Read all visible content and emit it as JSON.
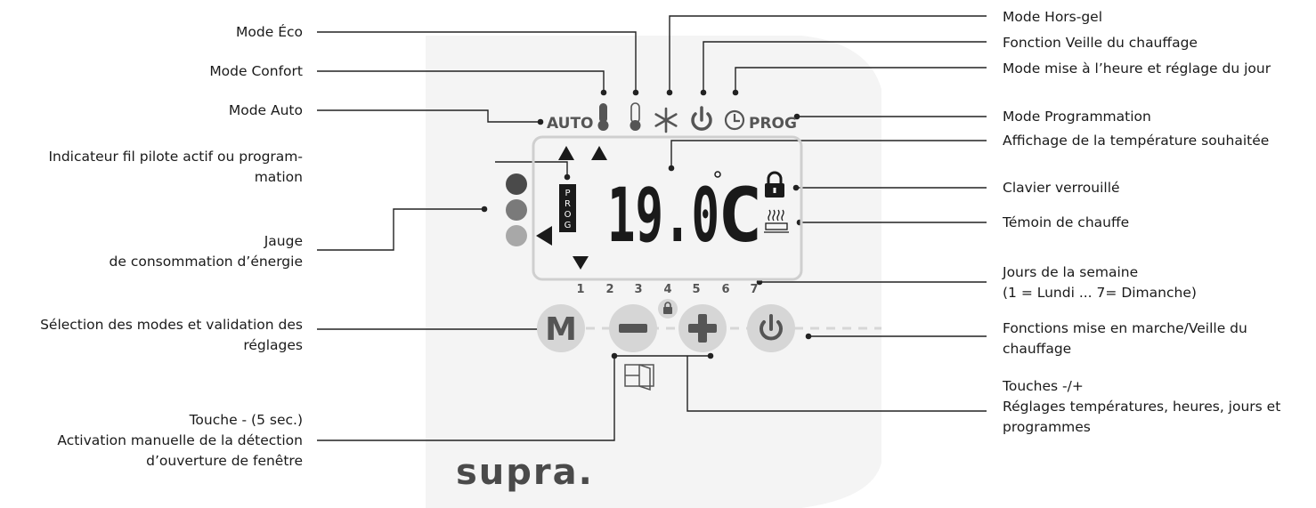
{
  "left_labels": {
    "eco": "Mode Éco",
    "confort": "Mode Confort",
    "auto": "Mode Auto",
    "pilot_1": "Indicateur fil pilote actif ou program-",
    "pilot_2": "mation",
    "gauge_1": "Jauge",
    "gauge_2": "de consommation d’énergie",
    "select_1": "Sélection des modes et validation des",
    "select_2": "réglages",
    "window_1": "Touche - (5 sec.)",
    "window_2": "Activation manuelle de la détection",
    "window_3": "d’ouverture de fenêtre"
  },
  "right_labels": {
    "horsgel": "Mode Hors-gel",
    "veille": "Fonction Veille du chauffage",
    "heure": "Mode mise à l’heure et réglage du jour",
    "prog": "Mode Programmation",
    "temp": "Affichage de la température souhaitée",
    "lock": "Clavier verrouillé",
    "chauffe": "Témoin de chauffe",
    "jours_1": "Jours de la semaine",
    "jours_2": "(1 = Lundi ... 7= Dimanche)",
    "marche_1": "Fonctions mise en marche/Veille du",
    "marche_2": "chauffage",
    "touches_1": "Touches -/+",
    "touches_2": "Réglages températures, heures, jours et",
    "touches_3": "programmes"
  },
  "device": {
    "auto_text": "AUTO",
    "prog_text": "PROG",
    "prog_vertical": [
      "P",
      "R",
      "O",
      "G"
    ],
    "temperature": "19.0",
    "unit": "C",
    "days": [
      "1",
      "2",
      "3",
      "4",
      "5",
      "6",
      "7"
    ],
    "button_m": "M",
    "logo": "supra."
  },
  "colors": {
    "panel": "#f4f4f4",
    "button": "#d6d6d6",
    "icon": "#555555",
    "gauge_dark": "#4a4a4a",
    "gauge_mid": "#7a7a7a",
    "gauge_light": "#a8a8a8"
  }
}
